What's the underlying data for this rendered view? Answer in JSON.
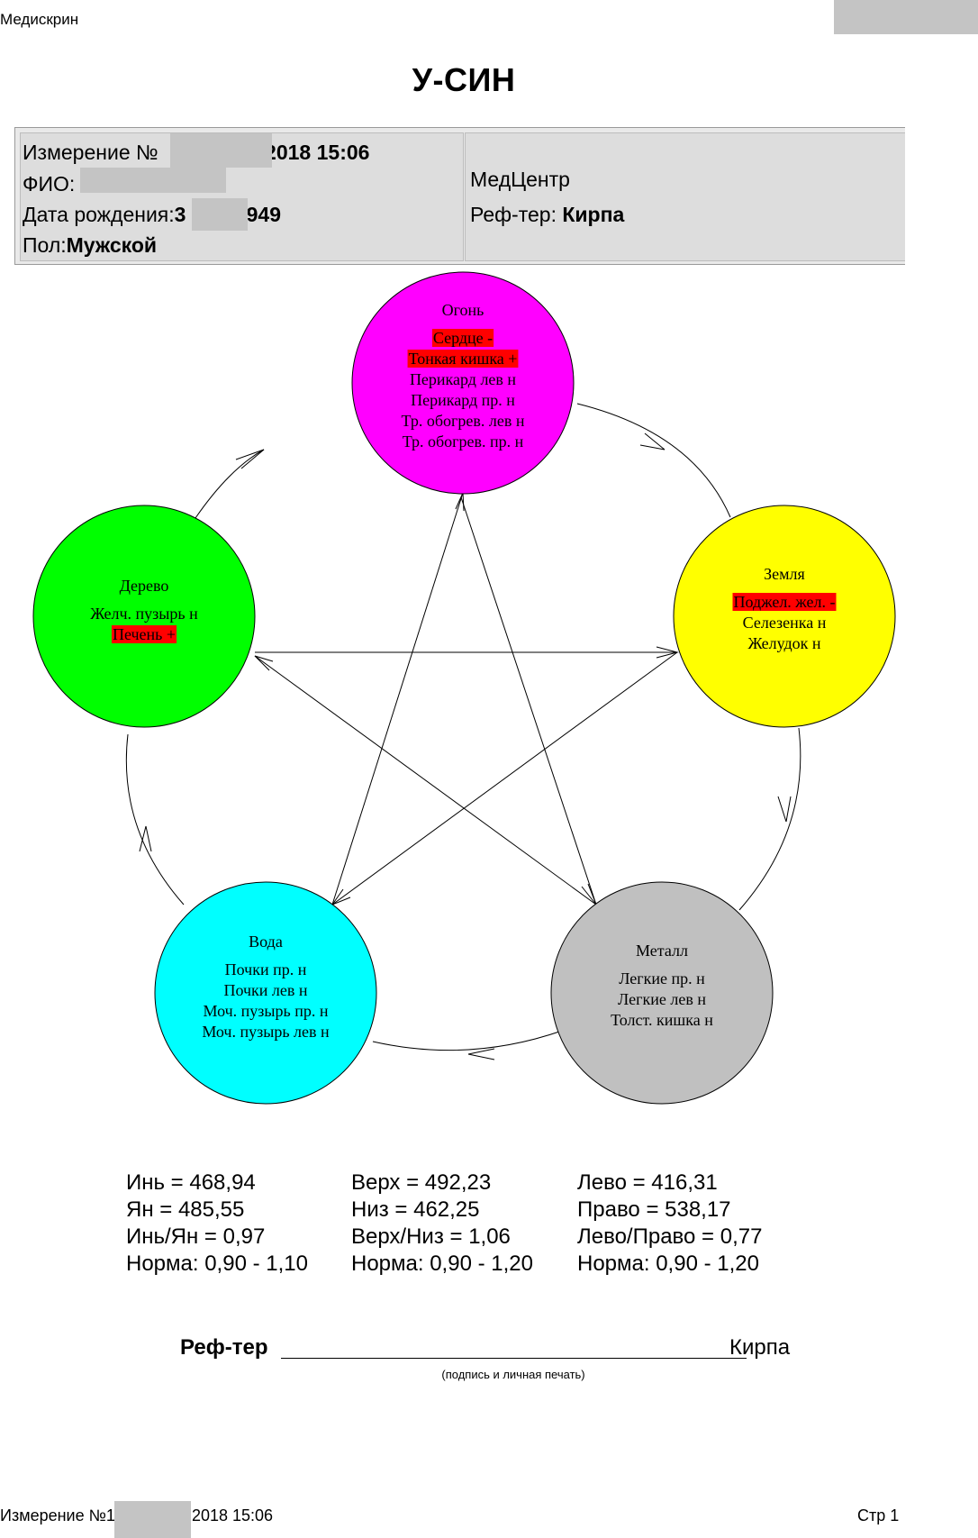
{
  "header": {
    "app_name": "Медискрин",
    "title": "У-СИН"
  },
  "info": {
    "measurement_label": "Измерение №",
    "measurement_value": ".2018 15:06",
    "fio_label": "ФИО:",
    "birth_label": "Дата рождения:",
    "birth_value_start": "3",
    "birth_value": ".1949",
    "sex_label": "Пол:",
    "sex_value": "Мужской",
    "center": "МедЦентр",
    "ref_label": "Реф-тер:",
    "ref_value": "Кирпа"
  },
  "elements": {
    "fire": {
      "name": "Огонь",
      "color": "#ff00ff",
      "organs": [
        {
          "text": "Сердце -",
          "highlight": true
        },
        {
          "text": "Тонкая кишка +",
          "highlight": true
        },
        {
          "text": "Перикард лев н",
          "highlight": false
        },
        {
          "text": "Перикард пр. н",
          "highlight": false
        },
        {
          "text": "Тр. обогрев. лев н",
          "highlight": false
        },
        {
          "text": "Тр. обогрев. пр. н",
          "highlight": false
        }
      ]
    },
    "earth": {
      "name": "Земля",
      "color": "#ffff00",
      "organs": [
        {
          "text": "Поджел. жел. -",
          "highlight": true
        },
        {
          "text": "Селезенка н",
          "highlight": false
        },
        {
          "text": "Желудок н",
          "highlight": false
        }
      ]
    },
    "metal": {
      "name": "Металл",
      "color": "#c0c0c0",
      "organs": [
        {
          "text": "Легкие пр. н",
          "highlight": false
        },
        {
          "text": "Легкие лев н",
          "highlight": false
        },
        {
          "text": "Толст. кишка н",
          "highlight": false
        }
      ]
    },
    "water": {
      "name": "Вода",
      "color": "#00ffff",
      "organs": [
        {
          "text": "Почки пр. н",
          "highlight": false
        },
        {
          "text": "Почки лев н",
          "highlight": false
        },
        {
          "text": "Моч. пузырь пр. н",
          "highlight": false
        },
        {
          "text": "Моч. пузырь лев н",
          "highlight": false
        }
      ]
    },
    "wood": {
      "name": "Дерево",
      "color": "#00ff00",
      "organs": [
        {
          "text": "Желч. пузырь н",
          "highlight": false
        },
        {
          "text": "Печень +",
          "highlight": true
        }
      ]
    },
    "highlight_color": "#ff0000"
  },
  "stats": {
    "col1": [
      "Инь = 468,94",
      "Ян = 485,55",
      "Инь/Ян = 0,97",
      "Норма: 0,90 - 1,10"
    ],
    "col2": [
      "Верх = 492,23",
      "Низ = 462,25",
      "Верх/Низ = 1,06",
      "Норма: 0,90 - 1,20"
    ],
    "col3": [
      "Лево = 416,31",
      "Право = 538,17",
      "Лево/Право = 0,77",
      "Норма: 0,90 - 1,20"
    ]
  },
  "signature": {
    "label": "Реф-тер",
    "name": "Кирпа",
    "hint": "(подпись и личная печать)"
  },
  "footer": {
    "measurement_label": "Измерение №1",
    "measurement_value": ".2018 15:06",
    "page": "Стр 1"
  }
}
